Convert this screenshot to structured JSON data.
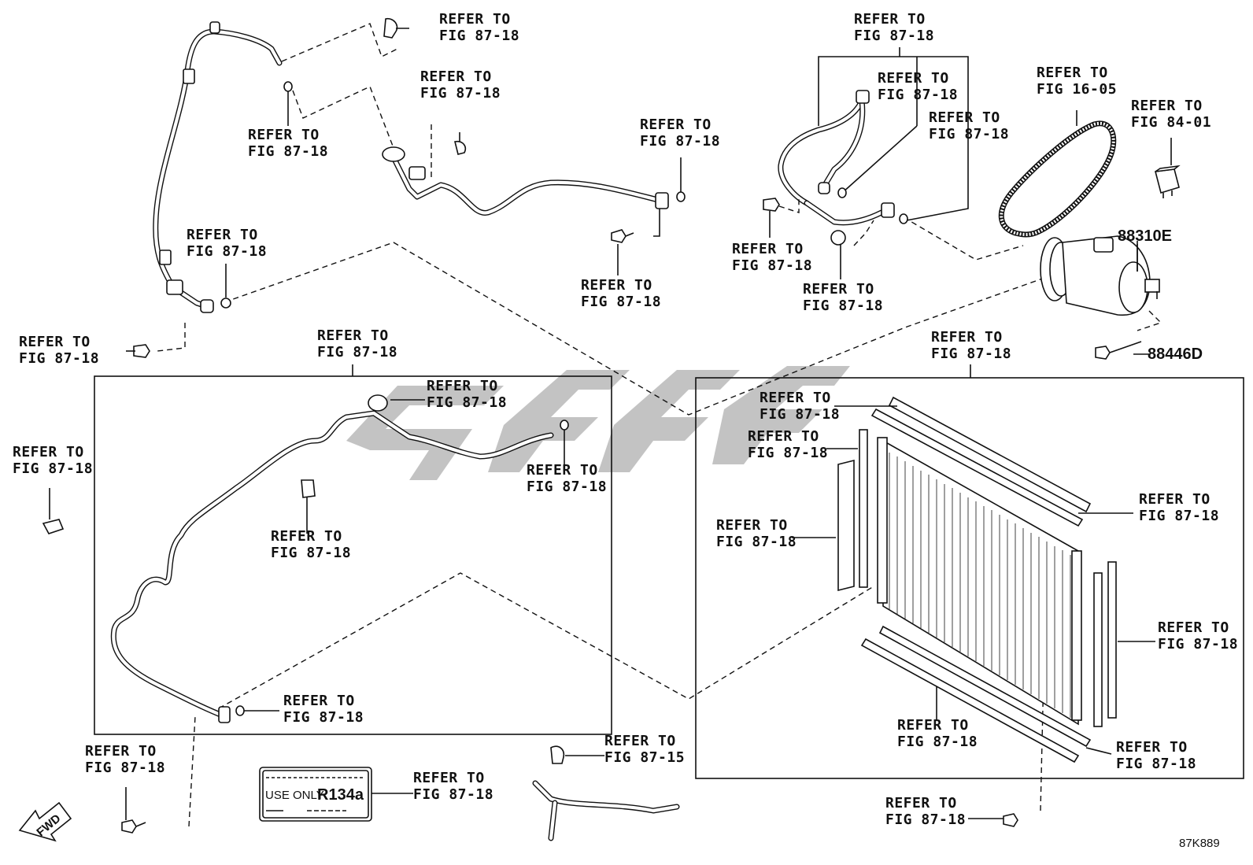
{
  "labels": {
    "refer_to": "REFER TO",
    "fig_87_18": "FIG 87-18",
    "fig_87_15": "FIG 87-15",
    "fig_16_05": "FIG 16-05",
    "fig_84_01": "FIG 84-01"
  },
  "part_numbers": {
    "compressor": "88310E",
    "bolt": "88446D"
  },
  "sticker": {
    "use_only": "USE ONLY",
    "refrigerant": "R134a"
  },
  "fwd_arrow": "FWD",
  "figure_code": "87K889"
}
